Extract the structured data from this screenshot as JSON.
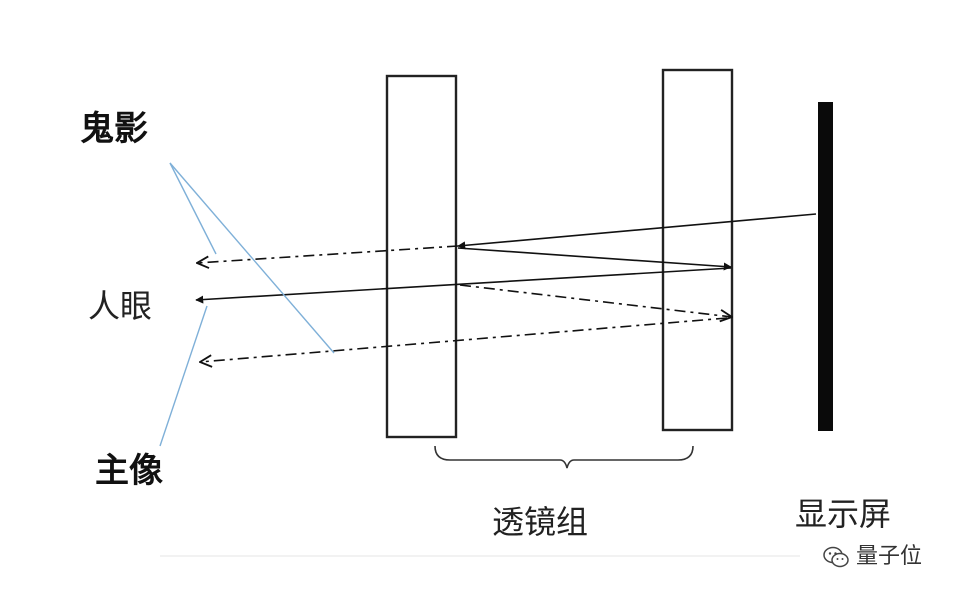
{
  "labels": {
    "ghost": "鬼影",
    "eye": "人眼",
    "main_image": "主像",
    "lens_group": "透镜组",
    "screen": "显示屏"
  },
  "watermark": {
    "text": "量子位",
    "icon": "wechat-icon"
  },
  "colors": {
    "line": "#111111",
    "pointer": "#7fb0d8"
  }
}
